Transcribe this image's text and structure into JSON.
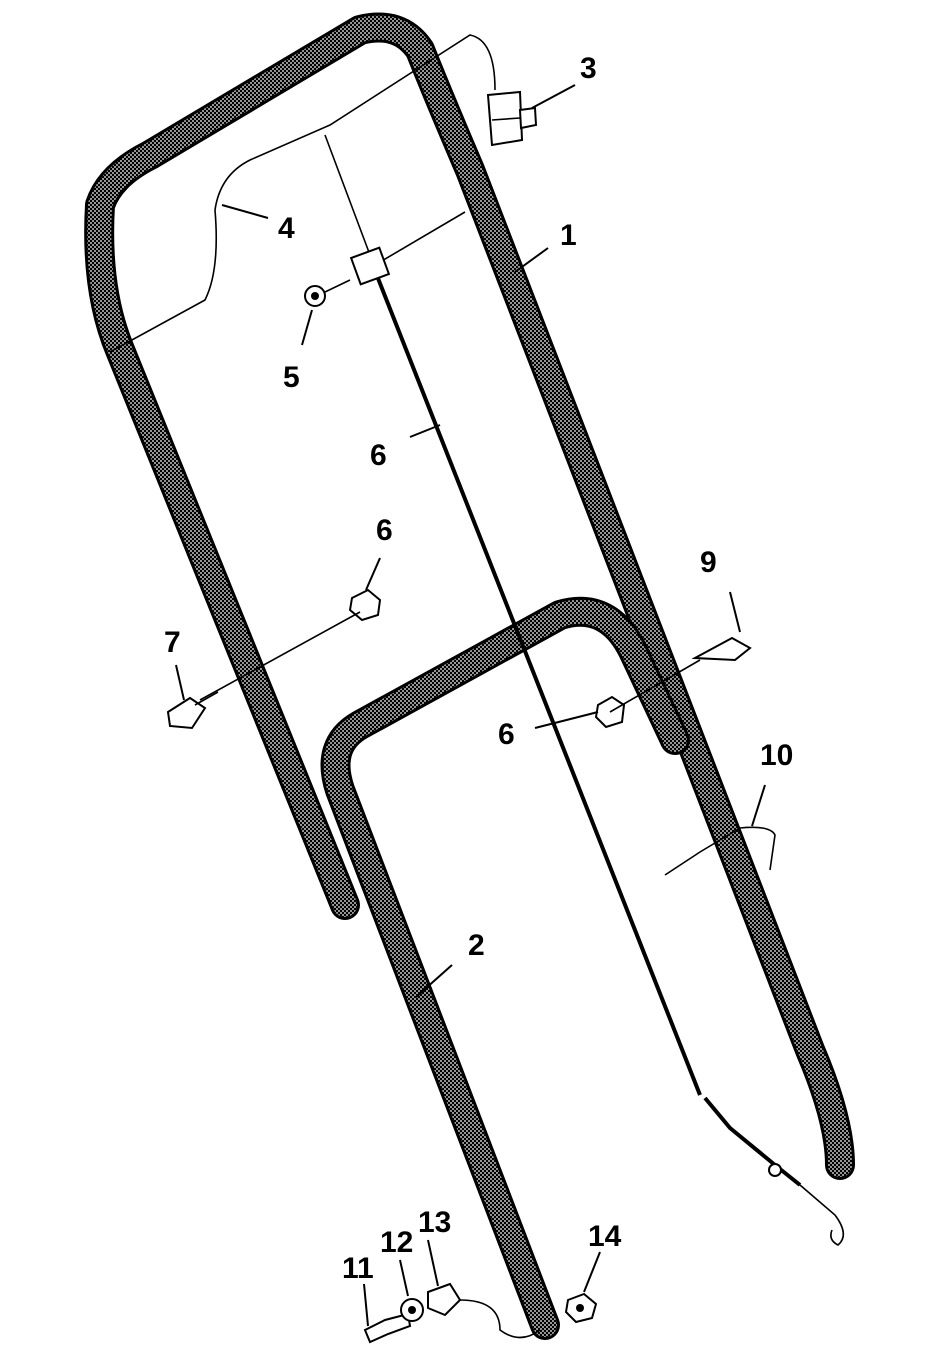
{
  "callouts": {
    "c1": "1",
    "c2": "2",
    "c3": "3",
    "c4": "4",
    "c5": "5",
    "c6a": "6",
    "c6b": "6",
    "c6c": "6",
    "c7": "7",
    "c9": "9",
    "c10": "10",
    "c11": "11",
    "c12": "12",
    "c13": "13",
    "c14": "14"
  }
}
